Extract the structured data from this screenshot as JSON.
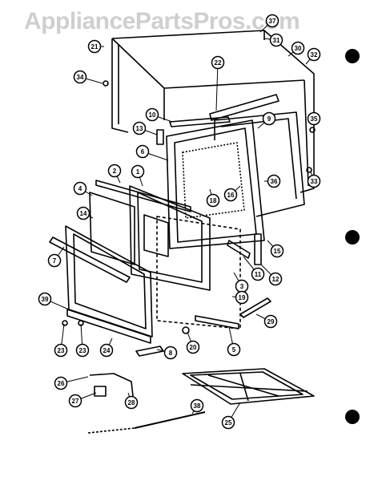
{
  "watermark": "AppliancePartsPros.com",
  "callouts": [
    {
      "id": "c21",
      "label": "21"
    },
    {
      "id": "c37",
      "label": "37"
    },
    {
      "id": "c31",
      "label": "31"
    },
    {
      "id": "c30",
      "label": "30"
    },
    {
      "id": "c32",
      "label": "32"
    },
    {
      "id": "c22",
      "label": "22"
    },
    {
      "id": "c34",
      "label": "34"
    },
    {
      "id": "c10",
      "label": "10"
    },
    {
      "id": "c9",
      "label": "9"
    },
    {
      "id": "c35",
      "label": "35"
    },
    {
      "id": "c13",
      "label": "13"
    },
    {
      "id": "c6",
      "label": "6"
    },
    {
      "id": "c2",
      "label": "2"
    },
    {
      "id": "c1",
      "label": "1"
    },
    {
      "id": "c36",
      "label": "36"
    },
    {
      "id": "c33",
      "label": "33"
    },
    {
      "id": "c4",
      "label": "4"
    },
    {
      "id": "c16",
      "label": "16"
    },
    {
      "id": "c18",
      "label": "18"
    },
    {
      "id": "c14",
      "label": "14"
    },
    {
      "id": "c15",
      "label": "15"
    },
    {
      "id": "c7",
      "label": "7"
    },
    {
      "id": "c11",
      "label": "11"
    },
    {
      "id": "c12",
      "label": "12"
    },
    {
      "id": "c3",
      "label": "3"
    },
    {
      "id": "c19",
      "label": "19"
    },
    {
      "id": "c39",
      "label": "39"
    },
    {
      "id": "c29",
      "label": "29"
    },
    {
      "id": "c23a",
      "label": "23"
    },
    {
      "id": "c23b",
      "label": "23"
    },
    {
      "id": "c24",
      "label": "24"
    },
    {
      "id": "c8",
      "label": "8"
    },
    {
      "id": "c20",
      "label": "20"
    },
    {
      "id": "c5",
      "label": "5"
    },
    {
      "id": "c26",
      "label": "26"
    },
    {
      "id": "c27",
      "label": "27"
    },
    {
      "id": "c28",
      "label": "28"
    },
    {
      "id": "c38",
      "label": "38"
    },
    {
      "id": "c25",
      "label": "25"
    }
  ],
  "colors": {
    "ink": "#000000",
    "paper": "#ffffff",
    "watermark": "#cfcfcf"
  }
}
